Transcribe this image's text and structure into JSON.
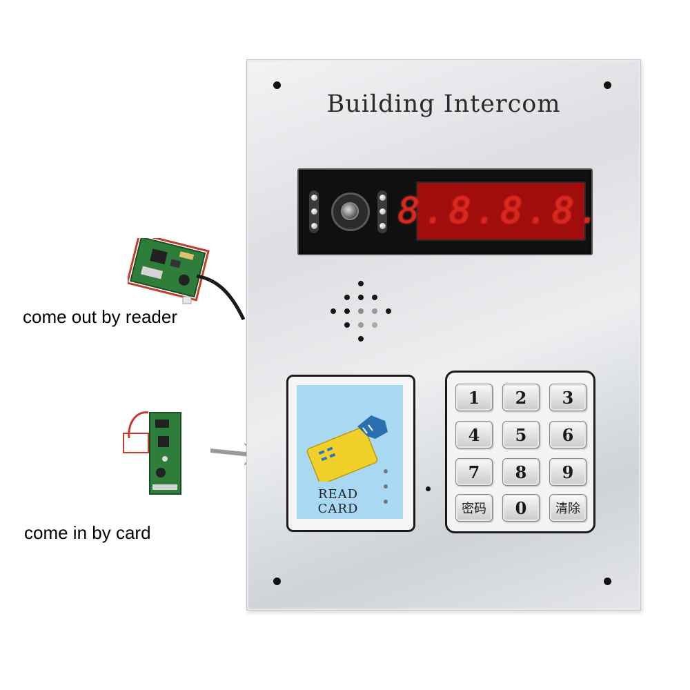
{
  "panel": {
    "title": "Building Intercom",
    "display": "8.8.8.8.",
    "card_reader_label": "READ CARD",
    "keys": [
      "1",
      "2",
      "3",
      "4",
      "5",
      "6",
      "7",
      "8",
      "9",
      "密码",
      "0",
      "清除"
    ]
  },
  "captions": {
    "reader": "come out by reader",
    "card": "come in by card"
  },
  "colors": {
    "display_red": "#d9281e",
    "card_blue": "#a8d8f2",
    "card_yellow": "#f2d02a",
    "pcb_green": "#2f7d3a"
  },
  "icons": [
    "camera-icon",
    "speaker-grille-icon",
    "rfid-card-icon",
    "hand-icon",
    "reader-pcb-icon",
    "card-pcb-icon",
    "arrow-icon"
  ]
}
